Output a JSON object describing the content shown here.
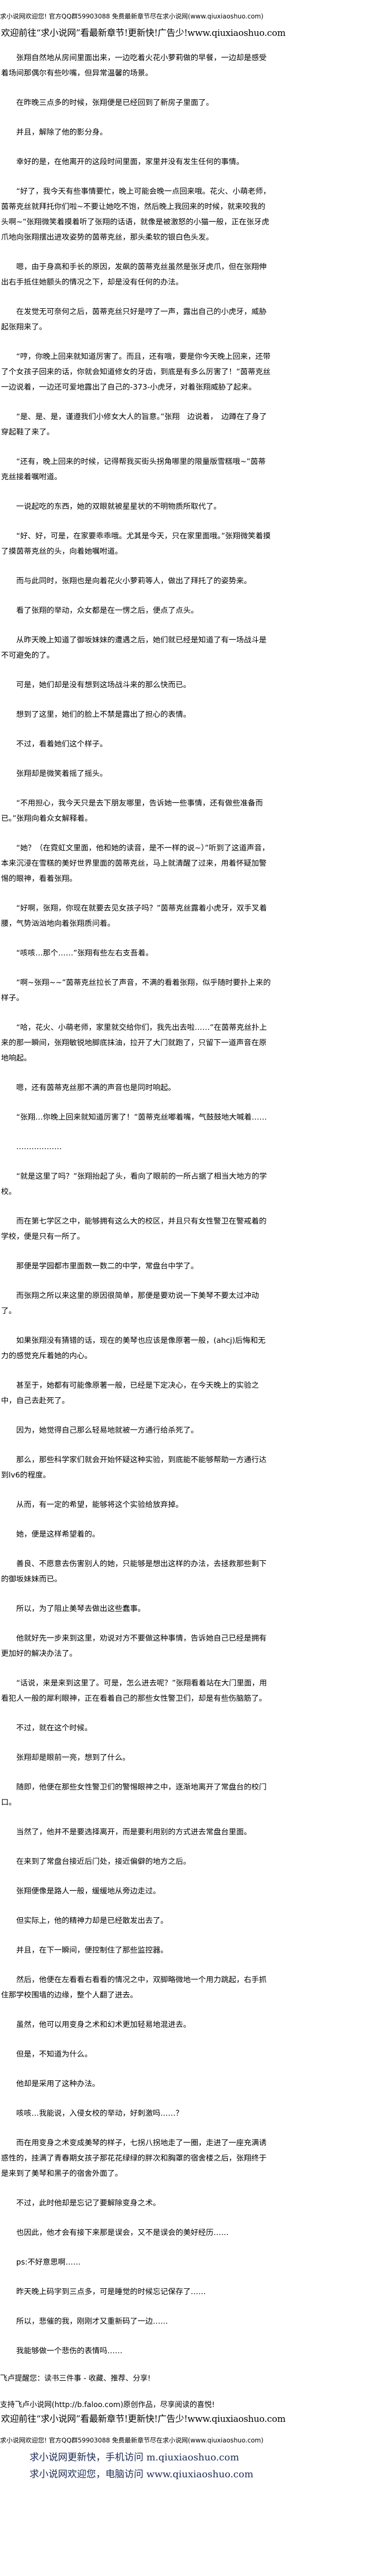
{
  "header": {
    "banner": "求小说网欢迎您! 官方QQ群59903088 免费最新章节尽在求小说网(www.qiuxiaoshuo.com)",
    "promo": "欢迎前往“求小说网”看最新章节!更新快!广告少!www.qiuxiaoshuo.com"
  },
  "paragraphs": [
    "张翔自然地从房间里面出来，一边吃着火花小萝莉做的早餐，一边却是感受着场间那偶尔有些吵嘴，但异常温馨的场景。",
    "在昨晚三点多的时候，张翔便是已经回到了新房子里面了。",
    "并且，解除了他的影分身。",
    "幸好的是，在他离开的这段时间里面，家里并没有发生任何的事情。",
    "“好了，我今天有些事情要忙，晚上可能会晚一点回来哦。花火、小萌老师，茵蒂克丝就拜托你们啦~不要让她吃不饱，然后晚上我回来的时候，就来咬我的头啊~”张翔微笑着摸着听了张翔的话语，就像是被激怒的小猫一般，正在张牙虎爪地向张翔摆出进攻姿势的茵蒂克丝，那头柔软的银白色头发。",
    "嗯，由于身高和手长的原因，发飙的茵蒂克丝虽然是张牙虎爪，但在张翔伸出右手抵住她额头的情况之下，却是没有任何的办法。",
    "在发觉无可奈何之后，茵蒂克丝只好是哼了一声，露出自己的小虎牙，威胁起张翔来了。",
    "“哼，你晚上回来就知道厉害了。而且，还有哦，要是你今天晚上回来，还带了个女孩子回来的话，你就会知道修女的牙齿，到底是有多么厉害了！”茵蒂克丝一边说着，一边还可爱地露出了自己的-373-小虎牙，对着张翔威胁了起来。",
    "“是、是、是，谨遵我们小修女大人的旨意。”张翔　边说着，　边蹲在了身了穿起鞋了来了。",
    "“还有，晚上回来的时候，记得帮我买街头拐角哪里的限量版雪糕哦~”茵蒂克丝接着嘱咐道。",
    "一说起吃的东西，她的双眼就被星星状的不明物质所取代了。",
    "“好、好，可是，在家要乖乖哦。尤其是今天，只在家里面哦。”张翔微笑着摸了摸茵蒂克丝的头，向着她嘱咐道。",
    "而与此同时，张翔也是向着花火小萝莉等人，做出了拜托了的姿势来。",
    "看了张翔的举动，众女都是在一愣之后，便点了点头。",
    "从昨天晚上知道了御坂妹妹的遭遇之后，她们就已经是知道了有一场战斗是不可避免的了。",
    "可是，她们却是没有想到这场战斗来的那么快而已。",
    "想到了这里，她们的脸上不禁是露出了担心的表情。",
    "不过，看着她们这个样子。",
    "张翔却是微笑着摇了摇头。",
    "“不用担心，我今天只是去下朋友哪里，告诉她一些事情，还有做些准备而已。”张翔向着众女解释着。",
    "“她？（在霓虹文里面，他和她的读音，是不一样的说~）”听到了这道声音，本来沉浸在雪糕的美好世界里面的茵蒂克丝，马上就清醒了过来，用着怀疑加警惕的眼神，看着张翔。",
    "“好啊，张翔，你现在就要去见女孩子吗？”茵蒂克丝露着小虎牙，双手叉着腰，气势汹汹地向着张翔质问着。",
    "“咳咳…那个……”张翔有些左右支吾着。",
    "“啊~张翔~~”茵蒂克丝拉长了声音，不满的看着张翔，似乎随时要扑上来的样子。",
    "“哈，花火、小萌老师，家里就交给你们，我先出去啦……”在茵蒂克丝扑上来的那一瞬间，张翔敏锐地脚底抹油，拉开了大门就跑了，只留下一道声音在原地响起。",
    "嗯，还有茵蒂克丝那不满的声音也是同时响起。",
    "“张翔…你晚上回来就知道厉害了！”茵蒂克丝嘟着嘴，气鼓鼓地大喊着……",
    "………………",
    "“就是这里了吗？”张翔抬起了头，看向了眼前的一所占据了相当大地方的学校。",
    "而在第七学区之中，能够拥有这么大的校区，并且只有女性警卫在警戒着的学校，便是只有一所了。",
    "那便是学园都市里面数一数二的中学，常盘台中学了。",
    "而张翔之所以来这里的原因很简单，那便是要劝说一下美琴不要太过冲动了。",
    "如果张翔没有猜错的话，现在的美琴也应该是像原著一般，(ahcj)后悔和无力的感觉充斥着她的内心。",
    "甚至于，她都有可能像原著一般，已经是下定决心，在今天晚上的实验之中，自己去赴死了。",
    "因为，她觉得自己那么轻易地就被一方通行给杀死了。",
    "那么，那些科学家们就会开始怀疑这种实验，到底能不能够帮助一方通行达到lv6的程度。",
    "从而，有一定的希望，能够将这个实验给放弃掉。",
    "她，便是这样希望着的。",
    "善良、不愿意去伤害别人的她，只能够是想出这样的办法，去拯救那些剩下的御坂妹妹而已。",
    "所以，为了阻止美琴去做出这些蠢事。",
    "他就好先一步来到这里，劝说对方不要做这种事情，告诉她自己已经是拥有更加好的解决办法了。",
    "“话说，来是来到这里了。可是，怎么进去呢？”张翔看着站在大门里面，用看犯人一般的犀利眼神，正在看着自己的那些女性警卫们，却是有些伤脑筋了。",
    "不过，就在这个时候。",
    "张翔却是眼前一亮，想到了什么。",
    "随即，他便在那些女性警卫们的警惕眼神之中，逐渐地离开了常盘台的校门口。",
    "当然了，他并不是要选择离开，而是要利用别的方式进去常盘台里面。",
    "在来到了常盘台接近后门处，接近偏僻的地方之后。",
    "张翔便像是路人一般，缓缓地从旁边走过。",
    "但实际上，他的精神力却是已经散发出去了。",
    "并且，在下一瞬间，便控制住了那些监控器。",
    "然后，他便在左看看右看看的情况之中，双脚略微地一个用力跳起，右手抓住那学校围墙的边缘，整个人翻了进去。",
    "虽然，他可以用变身之术和幻术更加轻易地混进去。",
    "但是，不知道为什么。",
    "他却是采用了这种办法。",
    "咳咳…我能说，入侵女校的举动，好刺激吗……？",
    "而在用变身之术变成美琴的样子，七拐八拐地走了一圈，走进了一座充满诱惑性的，挂满了青春期女孩子那花花绿绿的胖次和胸罩的宿舍楼之后，张翔终于是来到了美琴和黑子的宿舍外面了。",
    "不过，此时他却是忘记了要解除变身之术。",
    "也因此，他才会有接下来那是误会，又不是误会的美好经历……",
    "ps:不好意思啊……",
    "昨天晚上码字到三点多，可是睡觉的时候忘记保存了……",
    "所以，悲催的我，刚刚才又重新码了一边……",
    "我能够做一个悲伤的表情吗……"
  ],
  "footer": {
    "notice": "飞卢提醒您：读书三件事 - 收藏、推荐、分享!",
    "support": "支持飞卢小说网(http://b.faloo.com)原创作品，尽享阅读的喜悦!",
    "promo": "欢迎前往“求小说网”看最新章节!更新快!广告少!www.qiuxiaoshuo.com",
    "banner": "求小说网欢迎您! 官方QQ群59903088 免费最新章节尽在求小说网(www.qiuxiaoshuo.com)",
    "mobile_access": "求小说网更新快，手机访问 m.qiuxiaoshuo.com",
    "pc_access": "求小说网欢迎您，电脑访问 www.qiuxiaoshuo.com"
  }
}
